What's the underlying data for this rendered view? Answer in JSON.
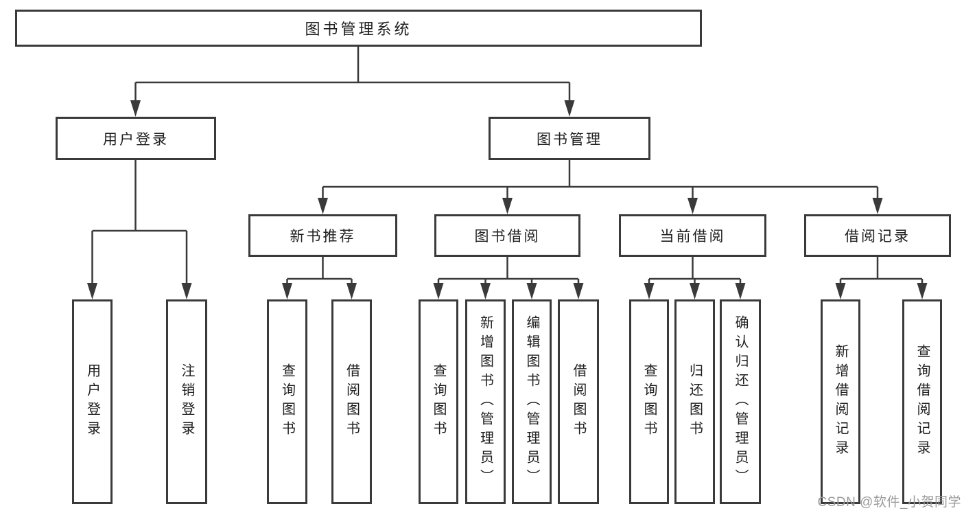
{
  "diagram": {
    "root": {
      "label": "图书管理系统",
      "children": [
        {
          "label": "用户登录",
          "children": [
            {
              "label": "用户登录"
            },
            {
              "label": "注销登录"
            }
          ]
        },
        {
          "label": "图书管理",
          "children": [
            {
              "label": "新书推荐",
              "children": [
                {
                  "label": "查询图书"
                },
                {
                  "label": "借阅图书"
                }
              ]
            },
            {
              "label": "图书借阅",
              "children": [
                {
                  "label": "查询图书"
                },
                {
                  "label": "新增图书（管理员）"
                },
                {
                  "label": "编辑图书（管理员）"
                },
                {
                  "label": "借阅图书"
                }
              ]
            },
            {
              "label": "当前借阅",
              "children": [
                {
                  "label": "查询图书"
                },
                {
                  "label": "归还图书"
                },
                {
                  "label": "确认归还（管理员）"
                }
              ]
            },
            {
              "label": "借阅记录",
              "children": [
                {
                  "label": "新增借阅记录"
                },
                {
                  "label": "查询借阅记录"
                }
              ]
            }
          ]
        }
      ]
    },
    "line_color": "#3a3a3a"
  },
  "watermark": {
    "text": "CSDN @软件_小贺同学",
    "color": "#9a9a9a"
  }
}
